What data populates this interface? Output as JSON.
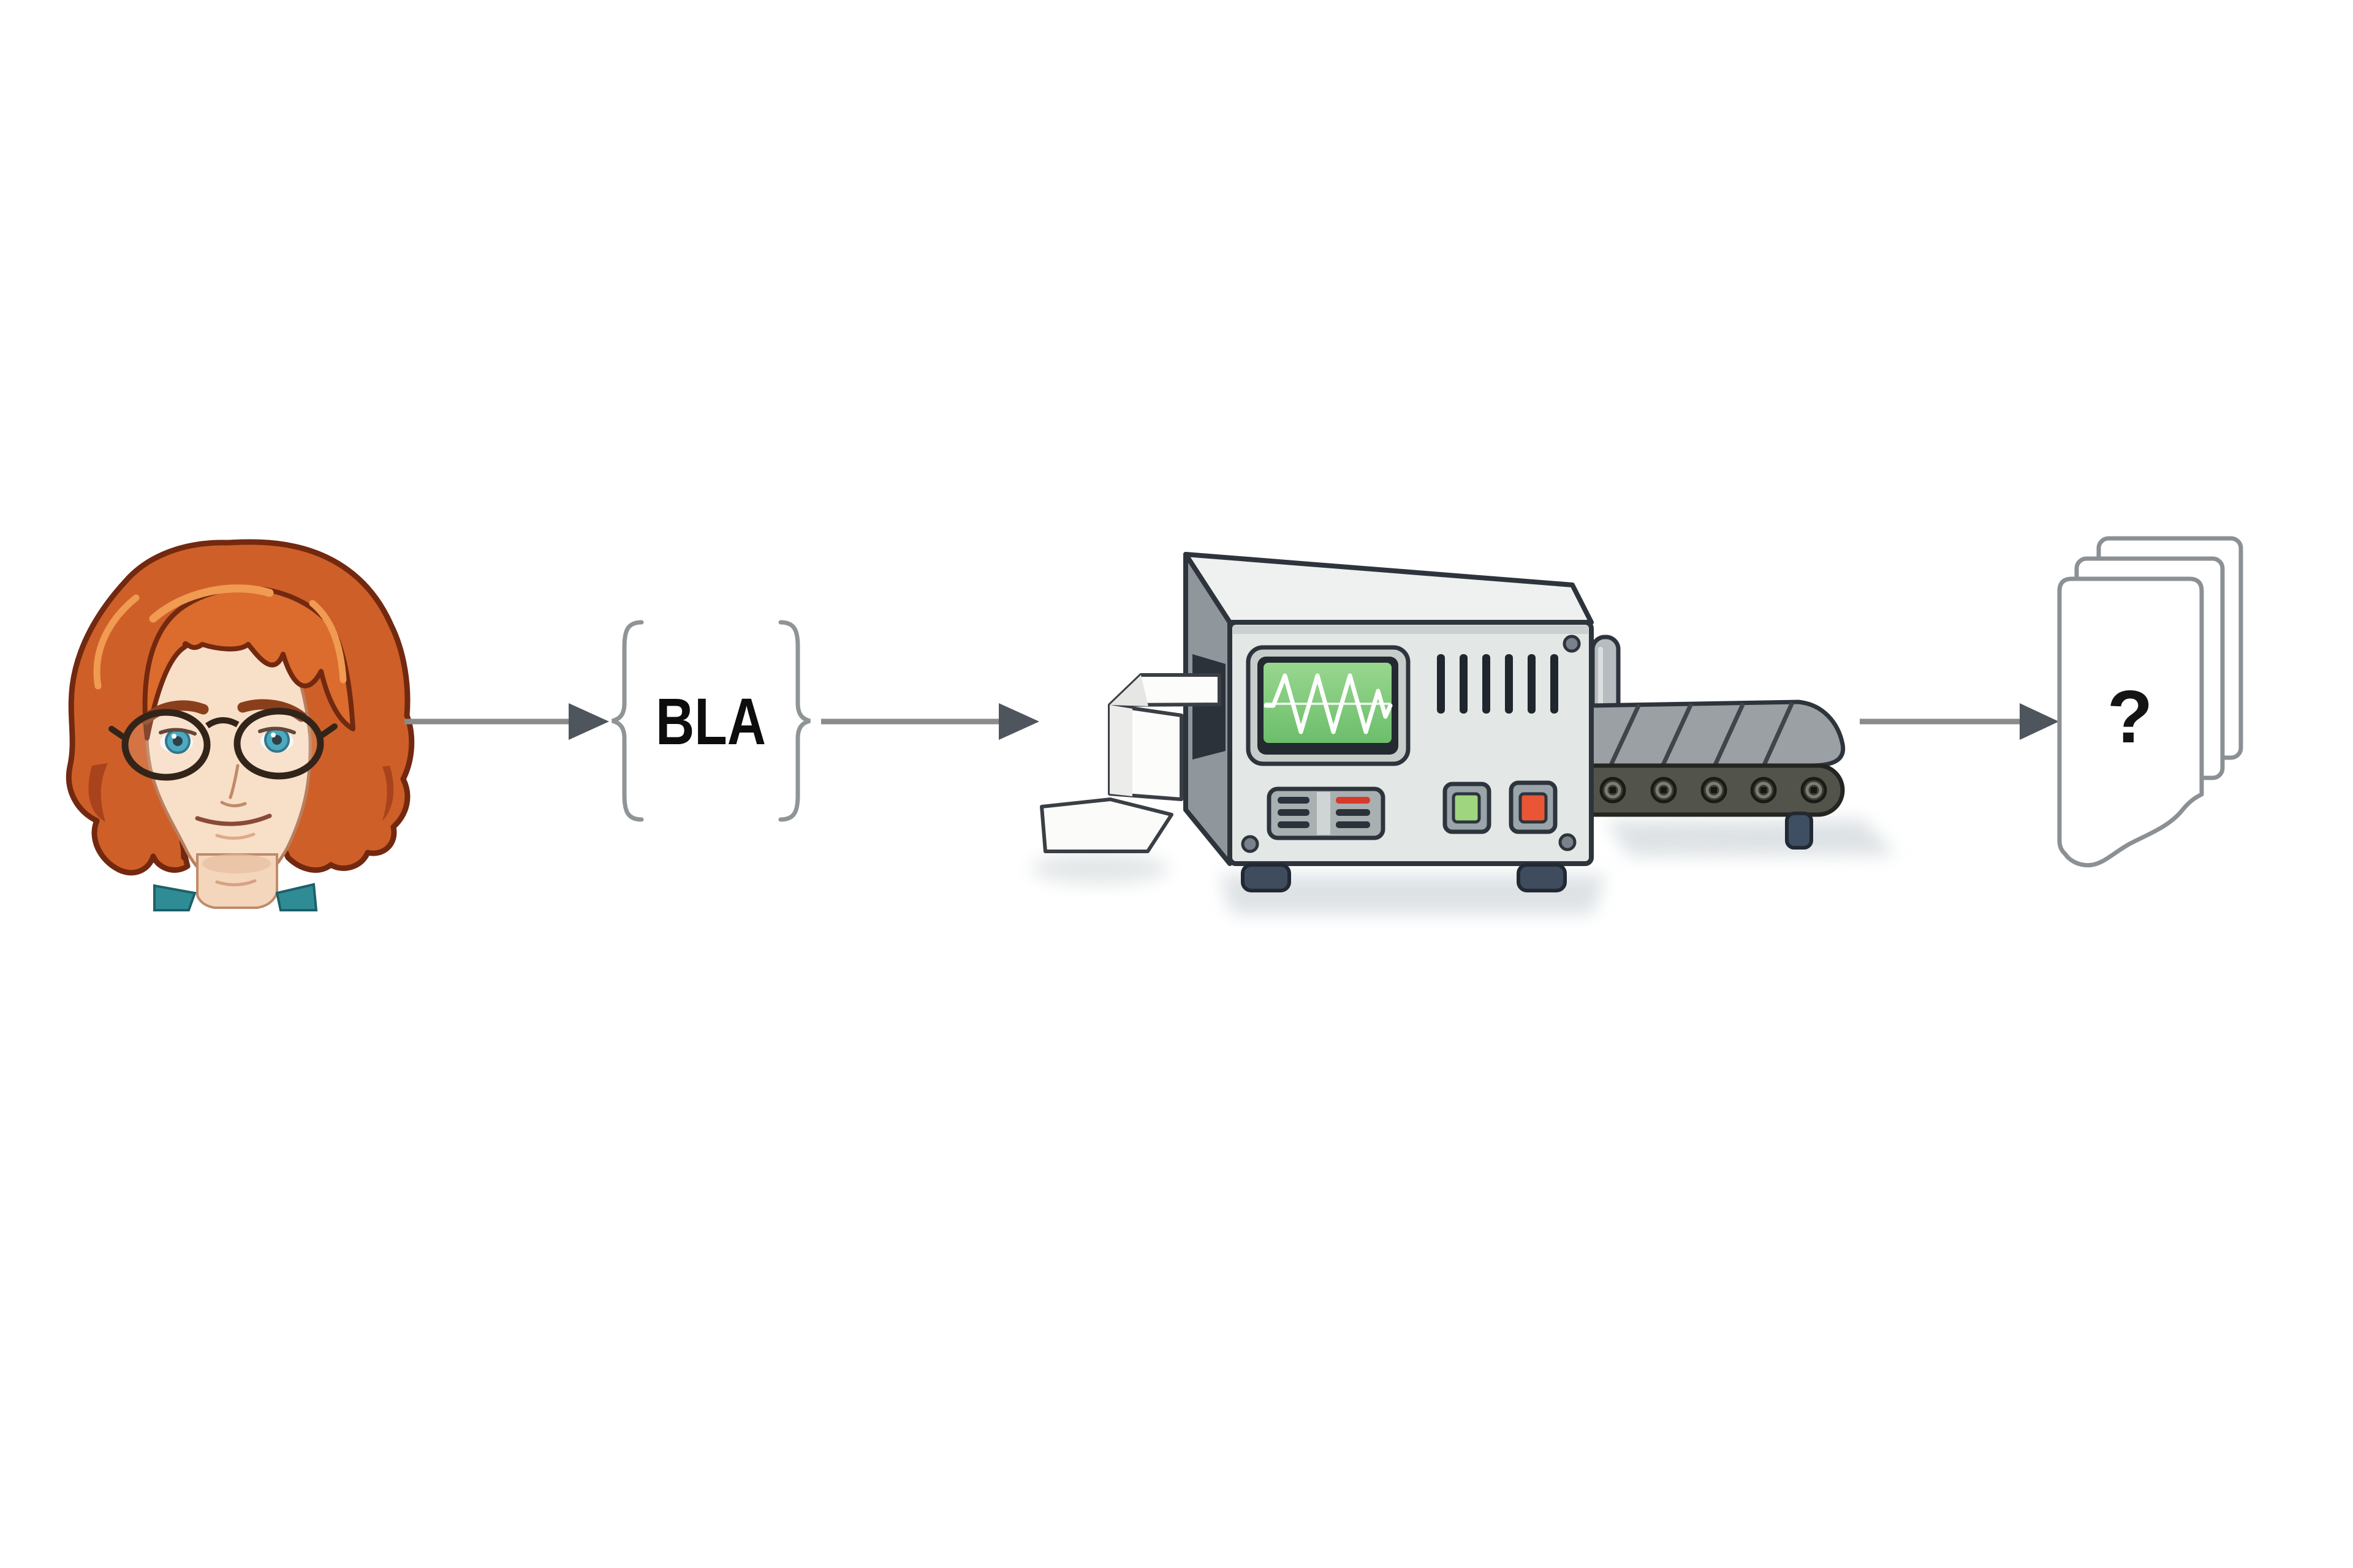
{
  "diagram": {
    "type": "flow-illustration",
    "background_color": "#ffffff",
    "nodes": [
      {
        "id": "person",
        "icon": "person-avatar-icon",
        "description": "cartoon man with wavy orange hair, round tortoiseshell glasses, blue eyes, teal collar"
      },
      {
        "id": "prompt",
        "label": "BLA",
        "decoration": "curly-braces"
      },
      {
        "id": "machine",
        "icon": "processing-machine-icon",
        "description": "gray analyzer box with green oscilloscope screen, vents, grille, green and red buttons, paper tape input, conveyor belt output"
      },
      {
        "id": "output",
        "label": "?",
        "icon": "document-stack-icon",
        "description": "stack of three pages, front page torn at bottom"
      }
    ],
    "connections": [
      {
        "from": "person",
        "to": "prompt",
        "style": "gray-arrow-right"
      },
      {
        "from": "prompt",
        "to": "machine",
        "style": "gray-arrow-right"
      },
      {
        "from": "machine",
        "to": "output",
        "style": "gray-arrow-right"
      }
    ]
  },
  "labels": {
    "prompt": "BLA",
    "output": "?"
  },
  "colors": {
    "arrow_line": "#8b8b8b",
    "arrow_head": "#4f555c",
    "brace": "#8f9496",
    "machine_front": "#e3e7e5",
    "machine_top": "#eef1ef",
    "machine_side": "#8f979c",
    "machine_outline": "#2e343c",
    "screen_green": "#7cc979",
    "waveform": "#ffffff",
    "button_green": "#9fd57e",
    "button_red": "#e85636",
    "grille_red_bar": "#d63b2a",
    "conveyor_surface": "#9aa0a3",
    "conveyor_band": "#52544b",
    "hair_orange": "#d0602a",
    "skin": "#f8dfc8",
    "eye_blue": "#2f9cb8",
    "collar_teal": "#2f8c95",
    "page_border": "#8a9094"
  }
}
